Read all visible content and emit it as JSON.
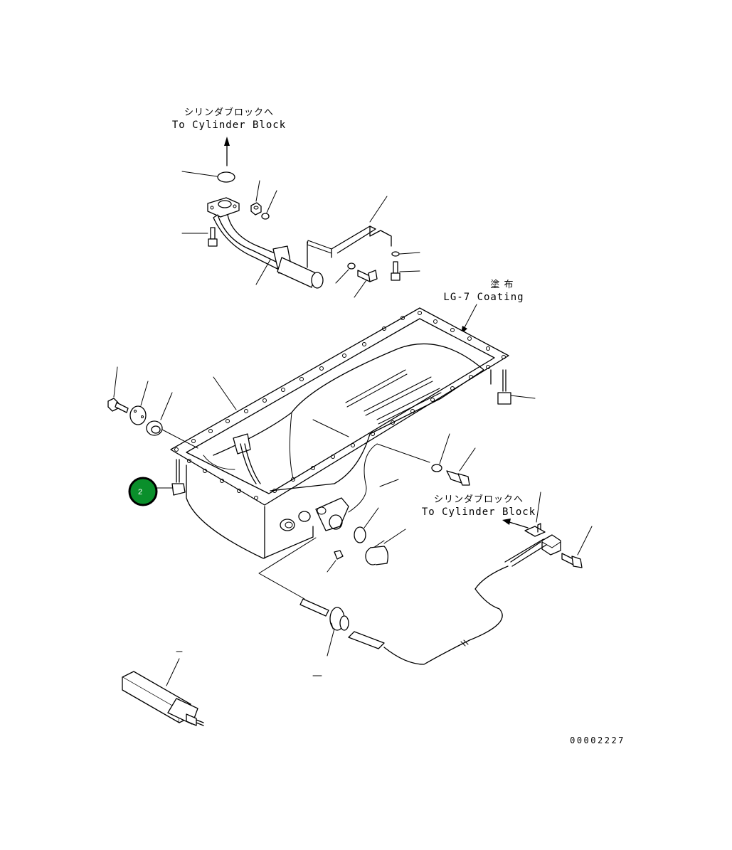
{
  "labels": {
    "top_jp": "シリンダブロックへ",
    "top_en": "To Cylinder Block",
    "coating_jp": "塗 布",
    "coating_en": "LG-7 Coating",
    "right_jp": "シリンダブロックへ",
    "right_en": "To Cylinder Block",
    "drawing_number": "00002227"
  },
  "hotspots": [
    {
      "number": "2"
    }
  ],
  "colors": {
    "line": "#000000",
    "background": "#ffffff",
    "hotspot_fill": "#0a8f2b"
  }
}
